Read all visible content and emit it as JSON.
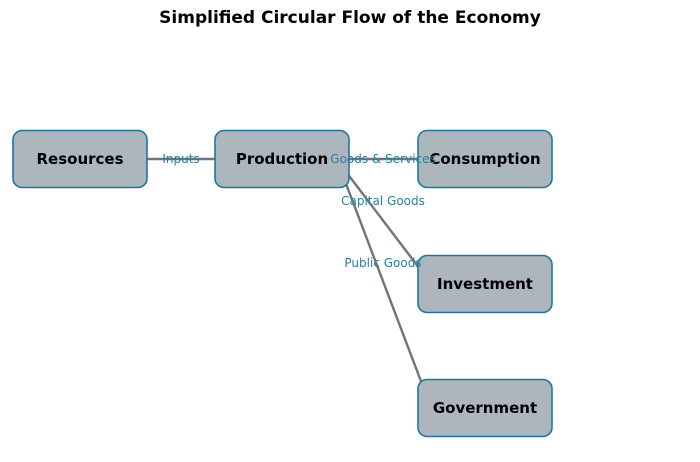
{
  "title": "Simplified Circular Flow of the Economy",
  "nodes": [
    {
      "id": "resources",
      "label": "Resources"
    },
    {
      "id": "production",
      "label": "Production"
    },
    {
      "id": "consumption",
      "label": "Consumption"
    },
    {
      "id": "investment",
      "label": "Investment"
    },
    {
      "id": "government",
      "label": "Government"
    }
  ],
  "edges": [
    {
      "from": "resources",
      "to": "production",
      "label": "Inputs"
    },
    {
      "from": "production",
      "to": "consumption",
      "label": "Goods & Services"
    },
    {
      "from": "production",
      "to": "investment",
      "label": "Capital Goods"
    },
    {
      "from": "production",
      "to": "government",
      "label": "Public Goods"
    }
  ],
  "colors": {
    "node_fill": "#adb5bd",
    "node_border": "#1f77a0",
    "edge": "#6c757d",
    "edge_label": "#2a7fa0"
  }
}
